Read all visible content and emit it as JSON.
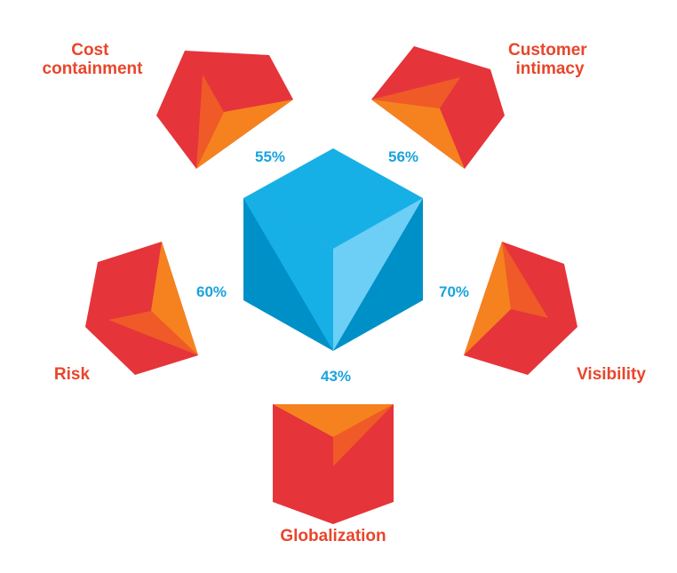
{
  "colors": {
    "red": "#e5343a",
    "orange": "#f5821f",
    "dark_orange": "#ef5a28",
    "blue": "#0090c8",
    "blue_mid": "#16b0e6",
    "blue_light": "#6dcff6",
    "label_red": "#e8462c",
    "pct_blue": "#1aa3dc"
  },
  "center": {
    "name": "central-cube"
  },
  "items": [
    {
      "id": "cost-containment",
      "label_lines": [
        "Cost",
        "containment"
      ],
      "percent": "55%"
    },
    {
      "id": "customer-intimacy",
      "label_lines": [
        "Customer",
        "intimacy"
      ],
      "percent": "56%"
    },
    {
      "id": "risk",
      "label_lines": [
        "Risk"
      ],
      "percent": "60%"
    },
    {
      "id": "visibility",
      "label_lines": [
        "Visibility"
      ],
      "percent": "70%"
    },
    {
      "id": "globalization",
      "label_lines": [
        "Globalization"
      ],
      "percent": "43%"
    }
  ]
}
